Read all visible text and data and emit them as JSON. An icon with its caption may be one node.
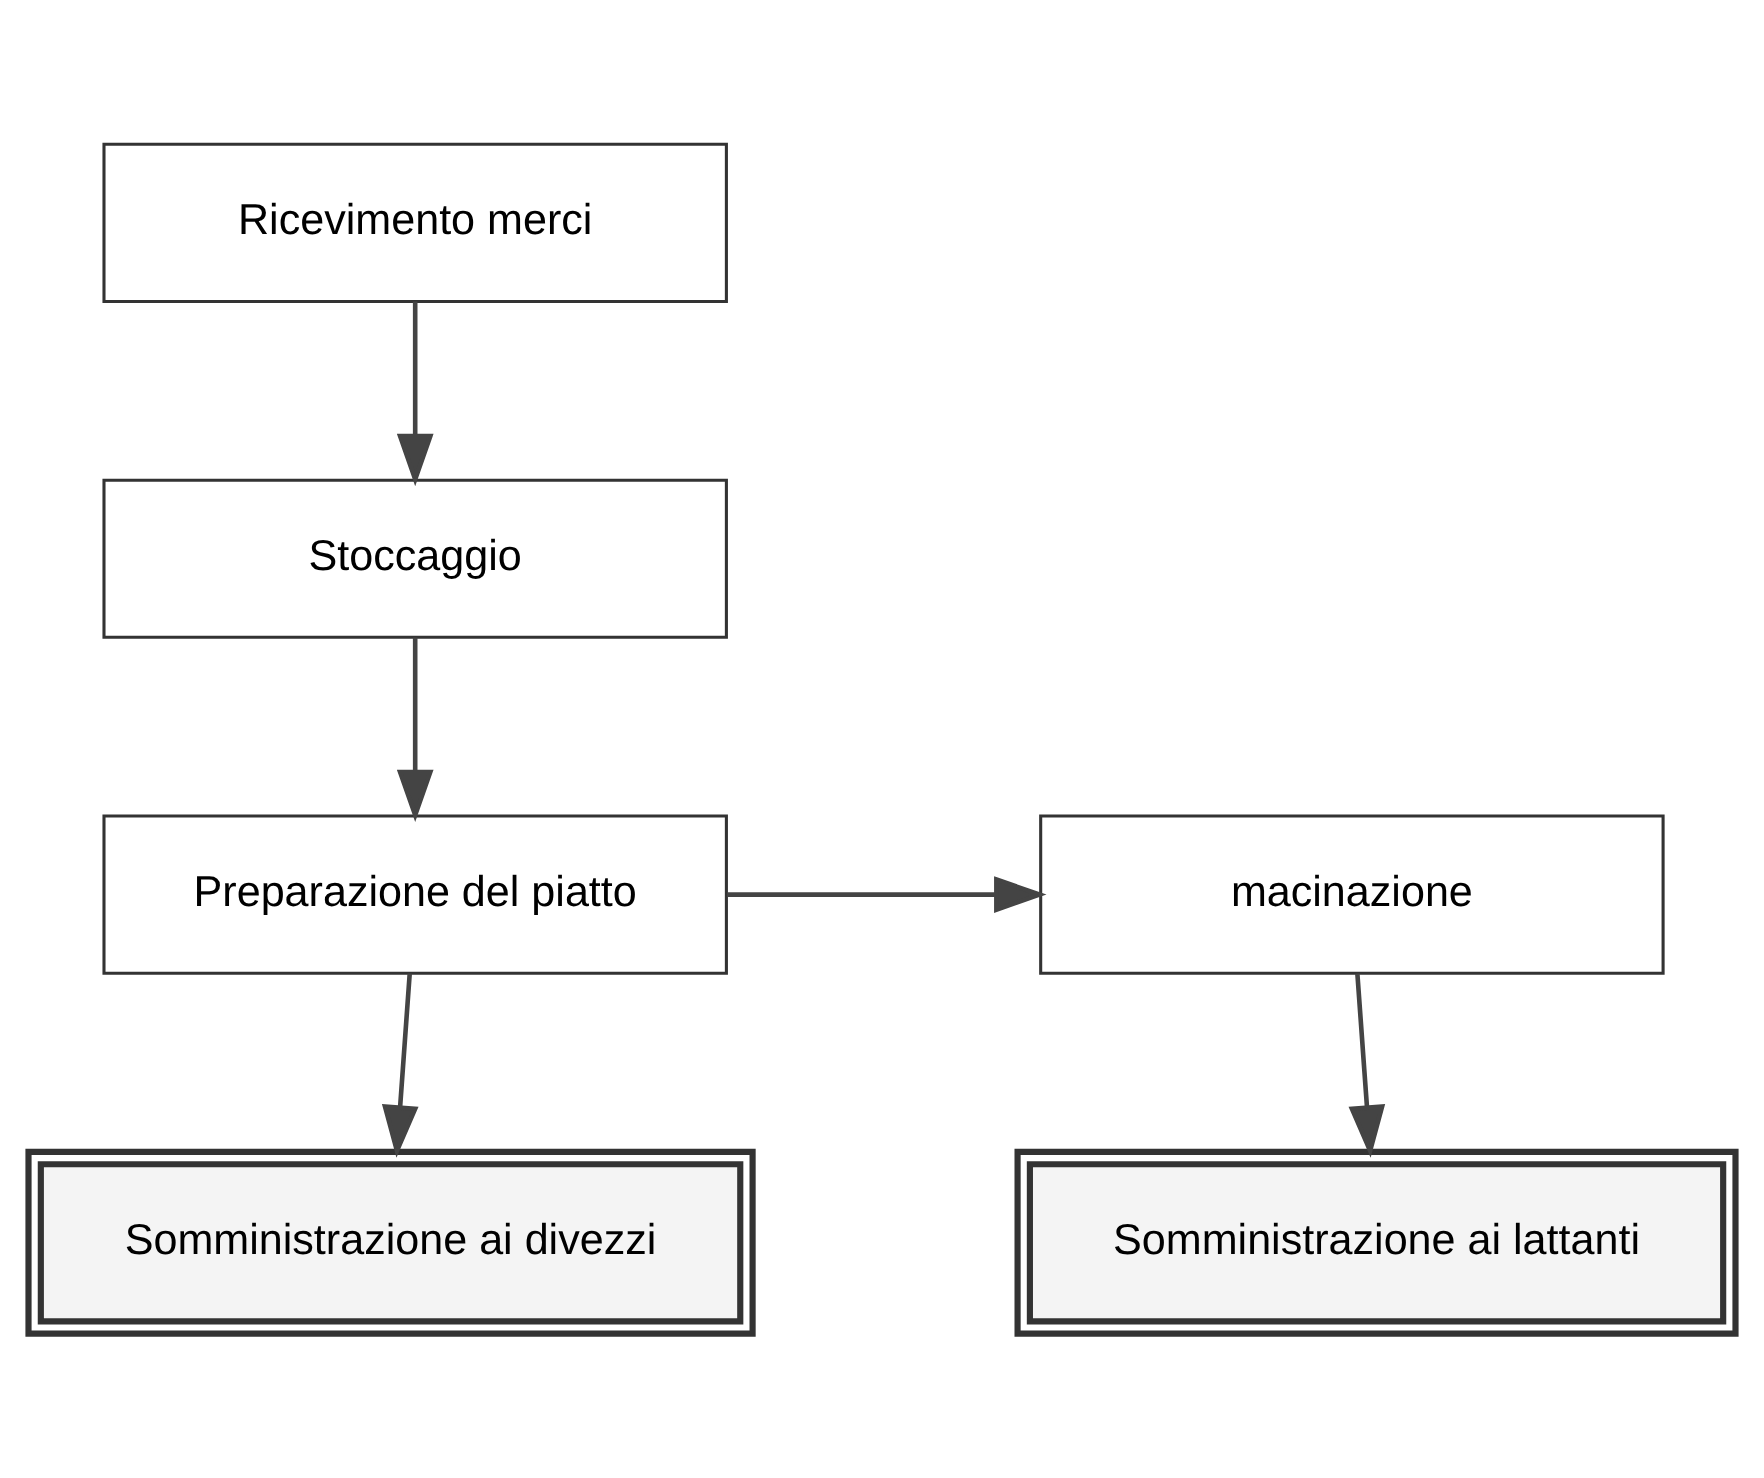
{
  "diagram": {
    "nodes": [
      {
        "text": [
          "Ricevimento merci"
        ]
      },
      {
        "text": [
          "Stoccaggio"
        ]
      },
      {
        "text": [
          "Preparazione del piatto"
        ]
      },
      {
        "text": [
          "macinazione"
        ]
      },
      {
        "text": [
          "Somministrazione ai divezzi"
        ]
      },
      {
        "text": [
          "Somministrazione ai lattanti"
        ]
      }
    ],
    "edges": [
      {
        "from": 0,
        "to": 1,
        "arrow": "to"
      },
      {
        "from": 1,
        "to": 2,
        "arrow": "to"
      },
      {
        "from": 2,
        "to": 3,
        "arrow": "to"
      },
      {
        "from": 2,
        "to": 4,
        "arrow": "to"
      },
      {
        "from": 3,
        "to": 5,
        "arrow": "to"
      }
    ]
  }
}
